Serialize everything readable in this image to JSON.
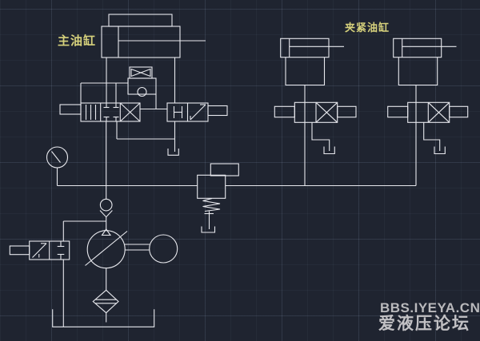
{
  "colors": {
    "background": "#1f2430",
    "line": "#e8e9ee",
    "label": "#d6d17c",
    "watermark_primary": "#b9b9bc",
    "watermark_secondary": "#c2c1c4"
  },
  "annotations": {
    "main_cylinder_label": "主油缸",
    "clamp_cylinder_label": "夹紧油缸"
  },
  "watermark": {
    "line1": "BBS.IYEYA.CN",
    "line2": "爱液压论坛"
  }
}
